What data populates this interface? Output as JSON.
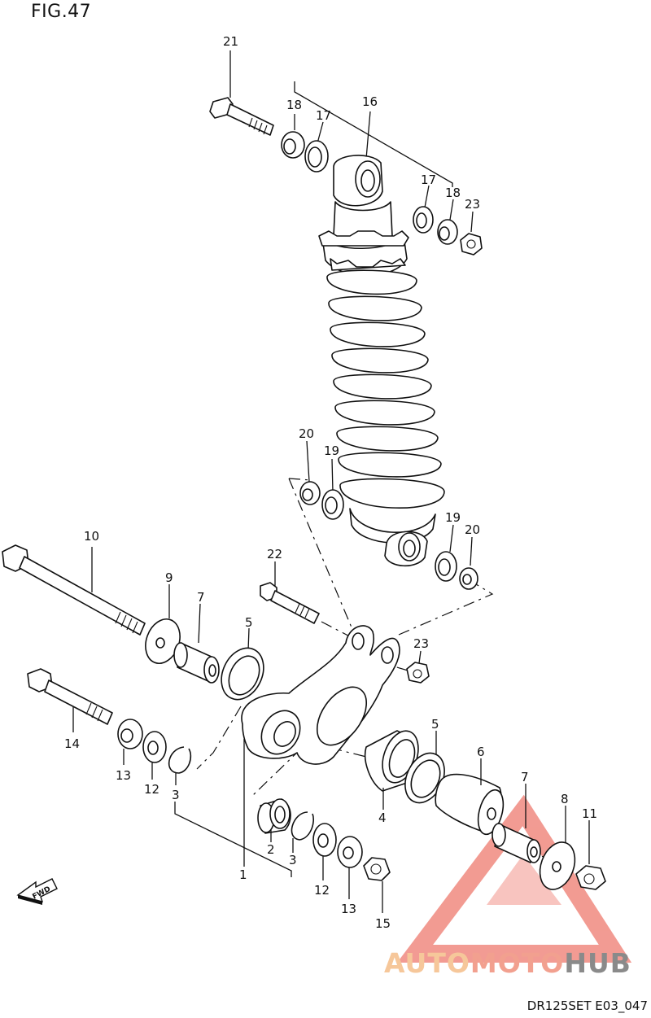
{
  "figure": {
    "title": "FIG.47",
    "code": "DR125SET E03_047",
    "fwd_label": "FWD"
  },
  "watermark": {
    "part1": "AUTO",
    "part2": "MOTO",
    "part3": "HUB",
    "color_triangle": "#f08a80",
    "color_auto": "#f6c79a",
    "color_moto": "#f2a08f",
    "color_hub": "#8a8a8a"
  },
  "callouts": {
    "c21": "21",
    "c18a": "18",
    "c17a": "17",
    "c16": "16",
    "c17b": "17",
    "c18b": "18",
    "c23a": "23",
    "c20a": "20",
    "c19a": "19",
    "c19b": "19",
    "c20b": "20",
    "c10": "10",
    "c22": "22",
    "c9": "9",
    "c7a": "7",
    "c5a": "5",
    "c23b": "23",
    "c14": "14",
    "c13a": "13",
    "c12a": "12",
    "c3a": "3",
    "c5b": "5",
    "c6": "6",
    "c4": "4",
    "c7b": "7",
    "c8": "8",
    "c11": "11",
    "c2": "2",
    "c3b": "3",
    "c1": "1",
    "c12b": "12",
    "c13b": "13",
    "c15": "15"
  }
}
